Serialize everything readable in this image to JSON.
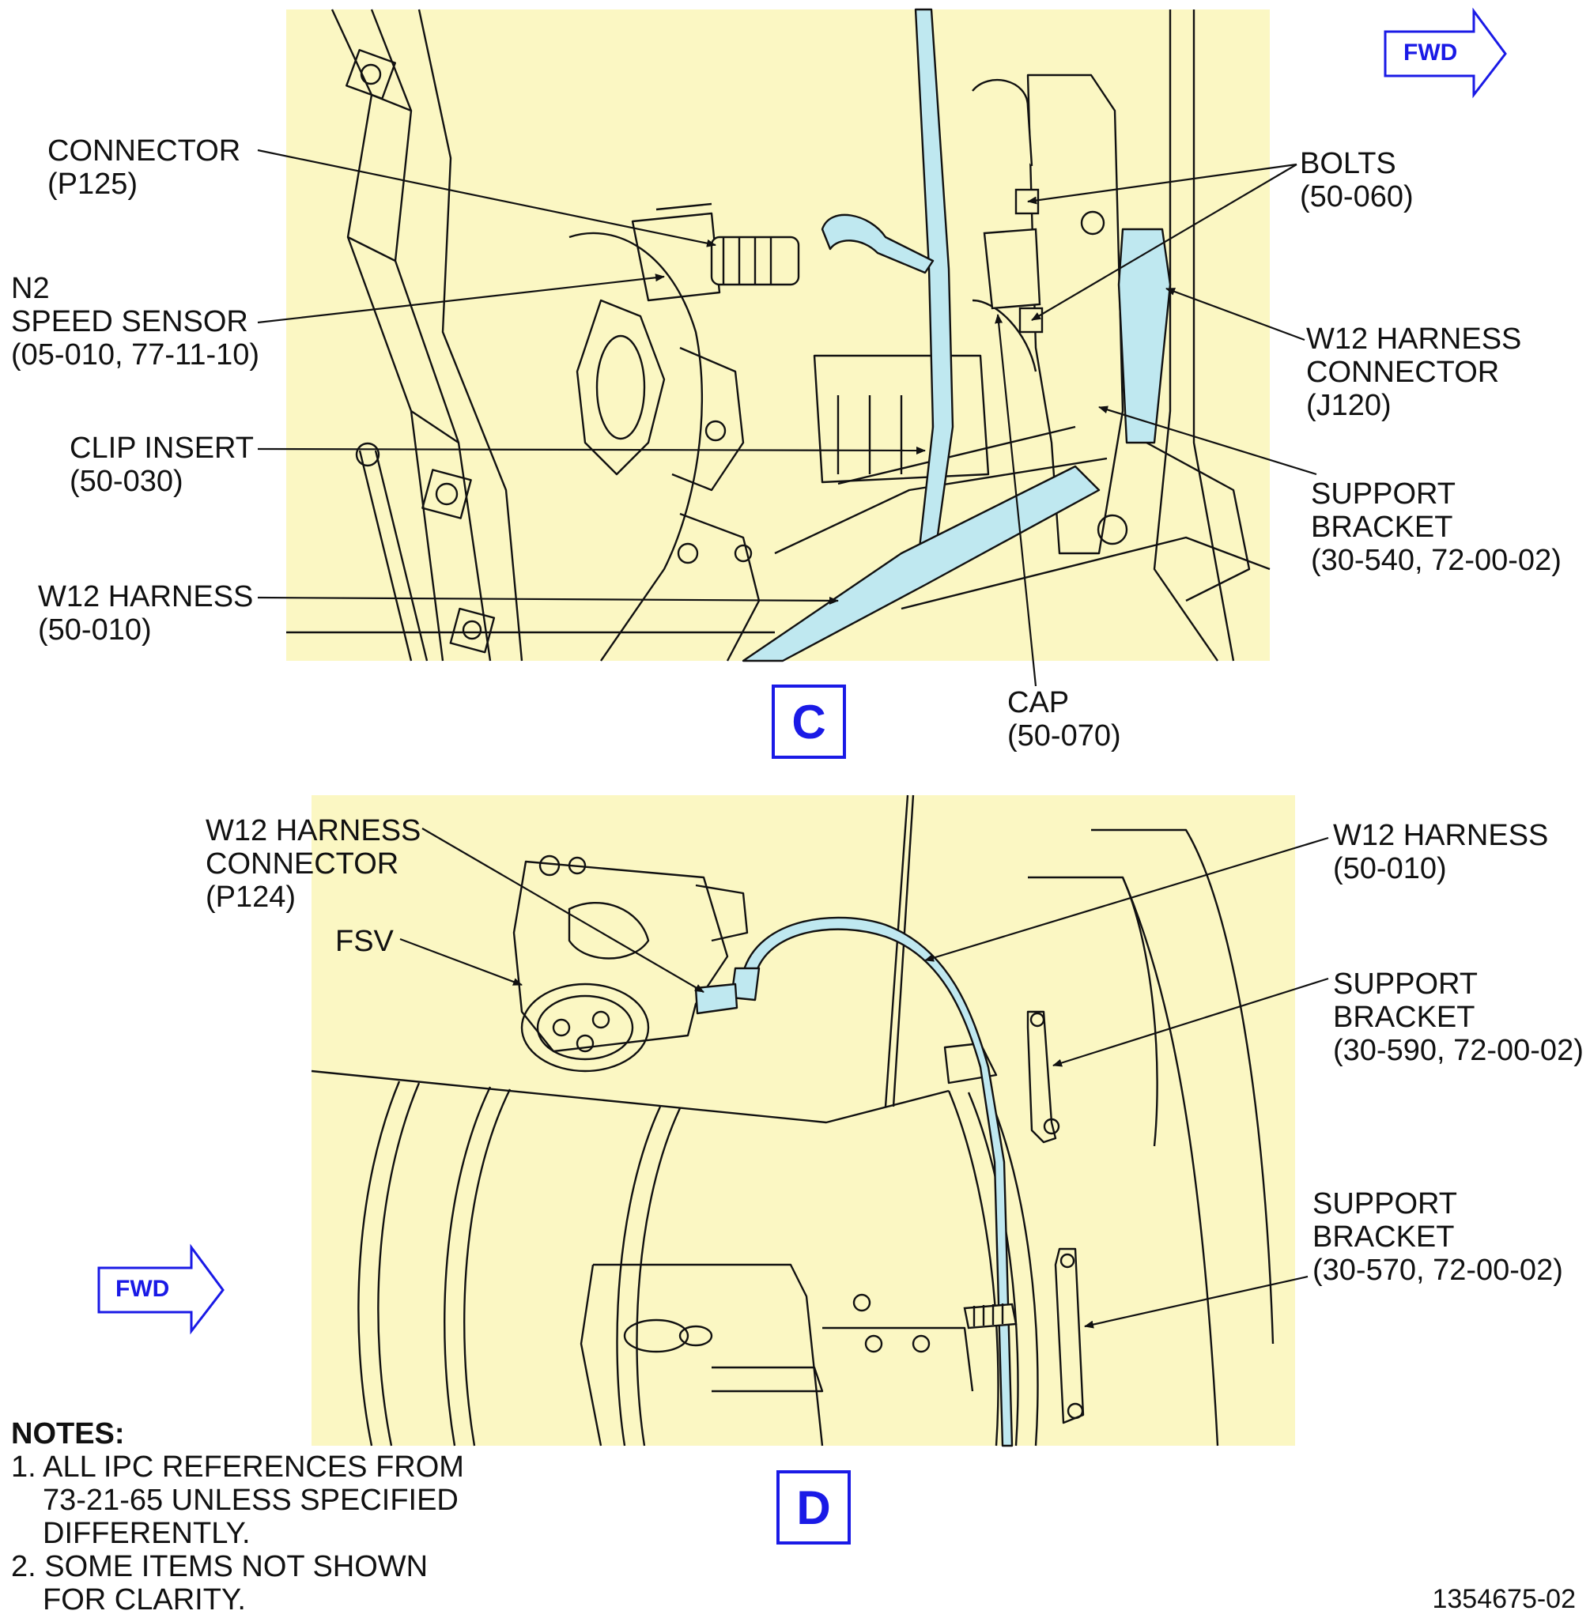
{
  "view_c": {
    "letter": "C",
    "fwd": "FWD",
    "labels": {
      "connector_p125": [
        "CONNECTOR",
        "(P125)"
      ],
      "n2_speed_sensor": [
        "N2",
        "SPEED SENSOR",
        "(05-010, 77-11-10)"
      ],
      "clip_insert": [
        "CLIP INSERT",
        "(50-030)"
      ],
      "w12_harness": [
        "W12 HARNESS",
        "(50-010)"
      ],
      "bolts": [
        "BOLTS",
        "(50-060)"
      ],
      "w12_harness_connector_j120": [
        "W12 HARNESS",
        "CONNECTOR",
        "(J120)"
      ],
      "support_bracket_30_540": [
        "SUPPORT",
        "BRACKET",
        "(30-540, 72-00-02)"
      ],
      "cap": [
        "CAP",
        "(50-070)"
      ]
    }
  },
  "view_d": {
    "letter": "D",
    "fwd": "FWD",
    "labels": {
      "w12_harness_connector_p124": [
        "W12 HARNESS",
        "CONNECTOR",
        "(P124)"
      ],
      "fsv": [
        "FSV"
      ],
      "w12_harness": [
        "W12 HARNESS",
        "(50-010)"
      ],
      "support_bracket_30_590": [
        "SUPPORT",
        "BRACKET",
        "(30-590, 72-00-02)"
      ],
      "support_bracket_30_570": [
        "SUPPORT",
        "BRACKET",
        "(30-570, 72-00-02)"
      ]
    }
  },
  "notes": {
    "heading": "NOTES:",
    "items": [
      [
        "1. ALL IPC REFERENCES FROM",
        "73-21-65 UNLESS SPECIFIED",
        "DIFFERENTLY."
      ],
      [
        "2. SOME ITEMS NOT SHOWN",
        "FOR CLARITY."
      ]
    ]
  },
  "figure_id": "1354675-02",
  "colors": {
    "panel_fill": "#fbf7c3",
    "harness_fill": "#bfe8f0",
    "accent_blue": "#1a1ae6",
    "line": "#111111"
  }
}
